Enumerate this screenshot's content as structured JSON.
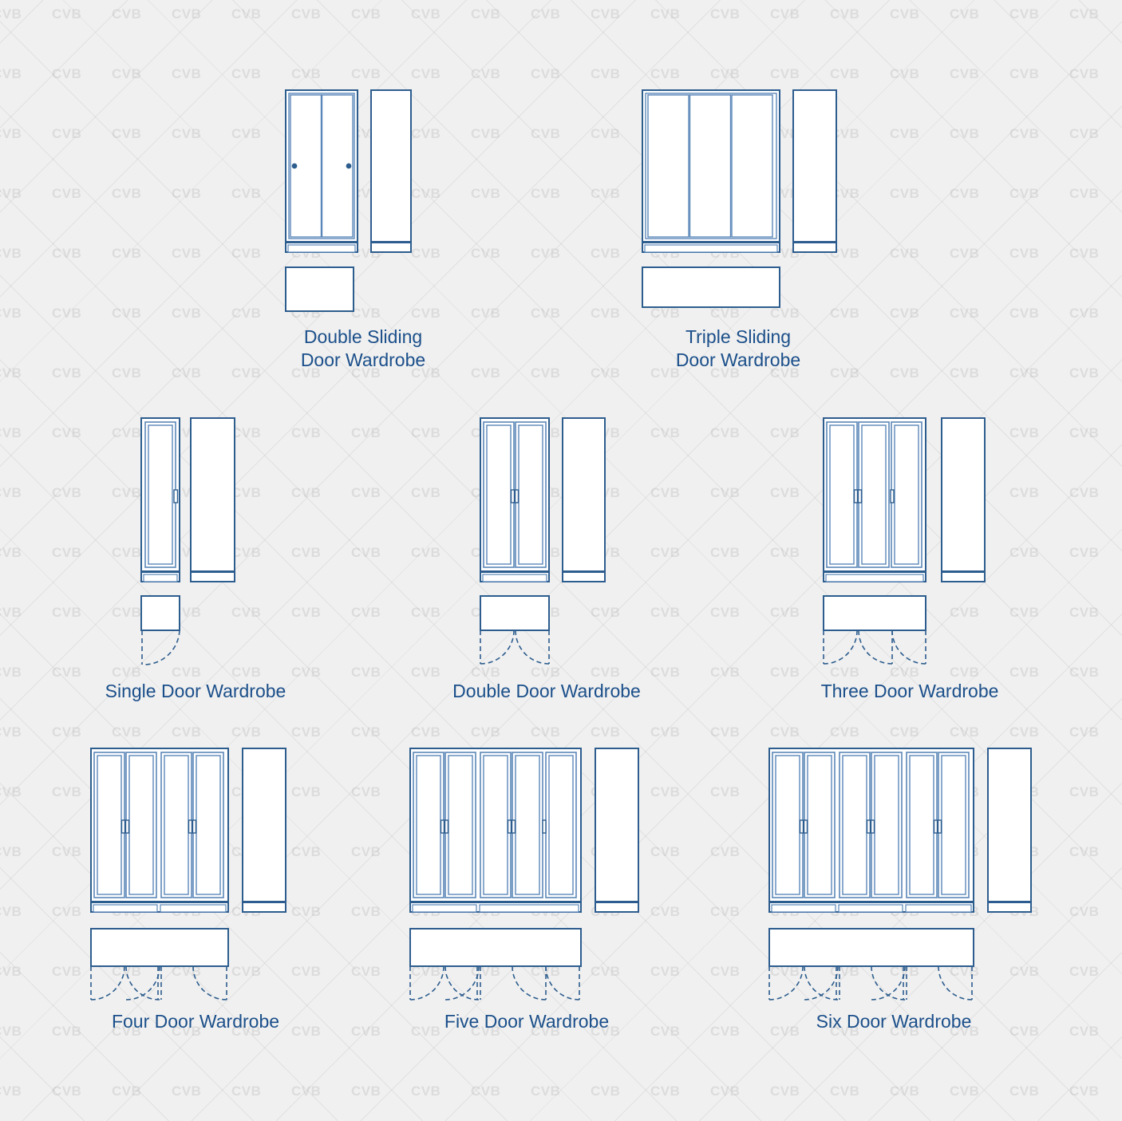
{
  "sheet": {
    "background_color": "#f0f0f0",
    "line_color": "#2d5d8e",
    "line_color_light": "#5b87b8",
    "fill_color": "#ffffff",
    "caption_color": "#1b4f8a",
    "watermark_text": "CVB",
    "watermark_color": "#8c8c8c"
  },
  "items": [
    {
      "id": "double-sliding-door-wardrobe",
      "caption": "Double Sliding\nDoor Wardrobe",
      "door_count": 2,
      "door_type": "sliding",
      "views": [
        "front-elevation",
        "side-elevation",
        "plan"
      ],
      "plan_has_swing_arcs": false
    },
    {
      "id": "triple-sliding-door-wardrobe",
      "caption": "Triple Sliding\nDoor Wardrobe",
      "door_count": 3,
      "door_type": "sliding",
      "views": [
        "front-elevation",
        "side-elevation",
        "plan"
      ],
      "plan_has_swing_arcs": false
    },
    {
      "id": "single-door-wardrobe",
      "caption": "Single Door Wardrobe",
      "door_count": 1,
      "door_type": "hinged",
      "views": [
        "front-elevation",
        "side-elevation",
        "plan"
      ],
      "plan_has_swing_arcs": true
    },
    {
      "id": "double-door-wardrobe",
      "caption": "Double Door Wardrobe",
      "door_count": 2,
      "door_type": "hinged",
      "views": [
        "front-elevation",
        "side-elevation",
        "plan"
      ],
      "plan_has_swing_arcs": true
    },
    {
      "id": "three-door-wardrobe",
      "caption": "Three Door Wardrobe",
      "door_count": 3,
      "door_type": "hinged",
      "views": [
        "front-elevation",
        "side-elevation",
        "plan"
      ],
      "plan_has_swing_arcs": true
    },
    {
      "id": "four-door-wardrobe",
      "caption": "Four Door Wardrobe",
      "door_count": 4,
      "door_type": "hinged",
      "views": [
        "front-elevation",
        "side-elevation",
        "plan"
      ],
      "plan_has_swing_arcs": true
    },
    {
      "id": "five-door-wardrobe",
      "caption": "Five Door Wardrobe",
      "door_count": 5,
      "door_type": "hinged",
      "views": [
        "front-elevation",
        "side-elevation",
        "plan"
      ],
      "plan_has_swing_arcs": true
    },
    {
      "id": "six-door-wardrobe",
      "caption": "Six Door Wardrobe",
      "door_count": 6,
      "door_type": "hinged",
      "views": [
        "front-elevation",
        "side-elevation",
        "plan"
      ],
      "plan_has_swing_arcs": true
    }
  ]
}
